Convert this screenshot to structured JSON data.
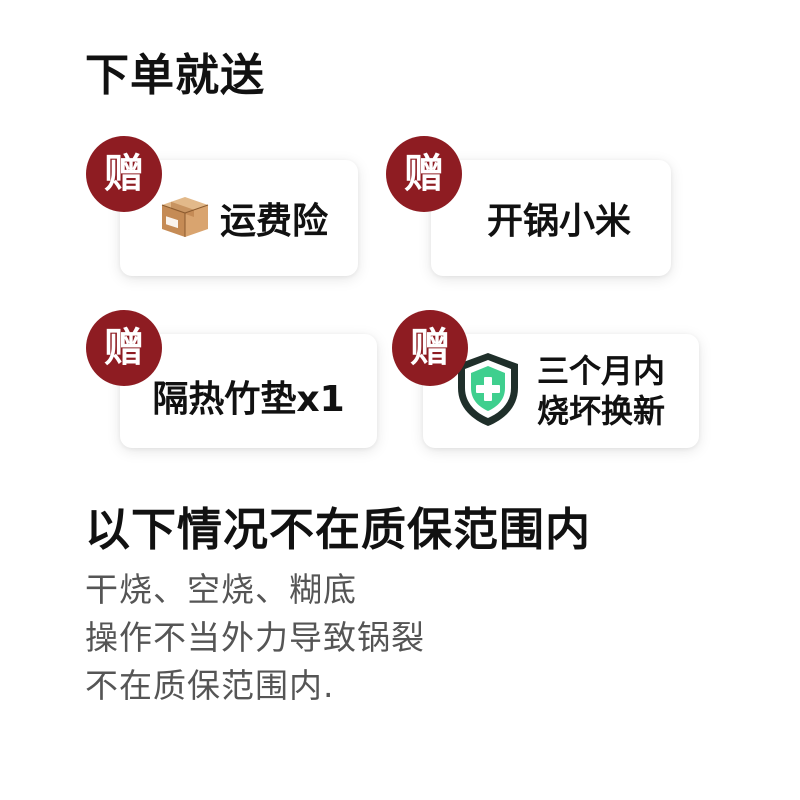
{
  "header": {
    "title": "下单就送"
  },
  "gifts": [
    {
      "badge": "赠",
      "label": "运费险",
      "icon": "package-box-icon"
    },
    {
      "badge": "赠",
      "label": "开锅小米"
    },
    {
      "badge": "赠",
      "label": "隔热竹垫x1"
    },
    {
      "badge": "赠",
      "label_line1": "三个月内",
      "label_line2": "烧坏换新",
      "icon": "shield-plus-icon"
    }
  ],
  "warranty": {
    "heading": "以下情况不在质保范围内",
    "lines": [
      "干烧、空烧、糊底",
      "操作不当外力导致锅裂",
      "不在质保范围内."
    ]
  },
  "colors": {
    "badge": "#8e1c22",
    "shield": "#3fcf8e",
    "text_muted": "#555555"
  }
}
